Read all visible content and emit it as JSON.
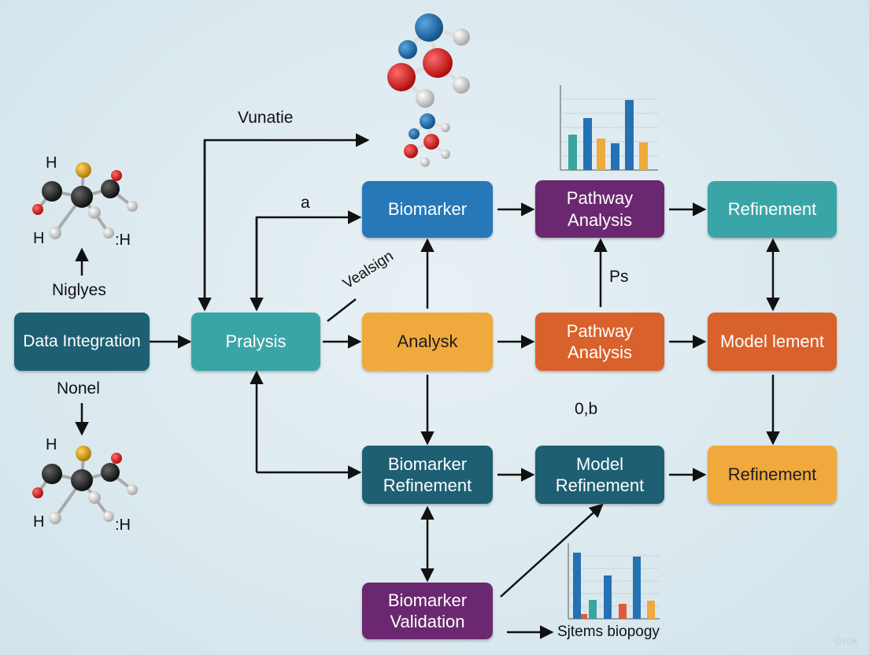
{
  "nodes": {
    "data_integration": {
      "label": "Data Integration",
      "color": "#1e5f74"
    },
    "pralysis": {
      "label": "Pralysis",
      "color": "#3aa5a6"
    },
    "analysk": {
      "label": "Analysk",
      "color": "#f0a93c"
    },
    "biomarker": {
      "label": "Biomarker",
      "color": "#2678b8"
    },
    "pathway_top": {
      "label": "Pathway\nAnalysis",
      "color": "#6b2870"
    },
    "refinement_top": {
      "label": "Refinement",
      "color": "#3aa5a6"
    },
    "pathway_mid": {
      "label": "Pathway\nAnalysis",
      "color": "#d9612b"
    },
    "model_lement": {
      "label": "Model lement",
      "color": "#d9612b"
    },
    "biomarker_refinement": {
      "label": "Biomarker\nRefinement",
      "color": "#1e5f74"
    },
    "model_refinement": {
      "label": "Model\nRefinement",
      "color": "#1e5f74"
    },
    "refinement_bottom": {
      "label": "Refinement",
      "color": "#f0a93c"
    },
    "biomarker_validation": {
      "label": "Biomarker\nValidation",
      "color": "#6b2870"
    }
  },
  "labels": {
    "vunatie": "Vunatie",
    "a": "a",
    "vealsign": "Vealsign",
    "ps": "Ps",
    "ob": "0,b",
    "niglyes": "Niglyes",
    "nonel": "Nonel",
    "sjtems": "Sjtems biopogy",
    "h": "H",
    "colon_h": ":H"
  },
  "watermark": "Grok",
  "colors": {
    "arrow": "#111111",
    "atom_red": "#d01818",
    "atom_blue": "#1f6fb0",
    "atom_black": "#1a1a1a",
    "atom_yellow": "#e0a11a",
    "atom_white": "#eeeeee",
    "bar_blue": "#2471b3",
    "bar_teal": "#3aa5a0",
    "bar_orange": "#f0a93c",
    "bar_red": "#e05a3a"
  }
}
